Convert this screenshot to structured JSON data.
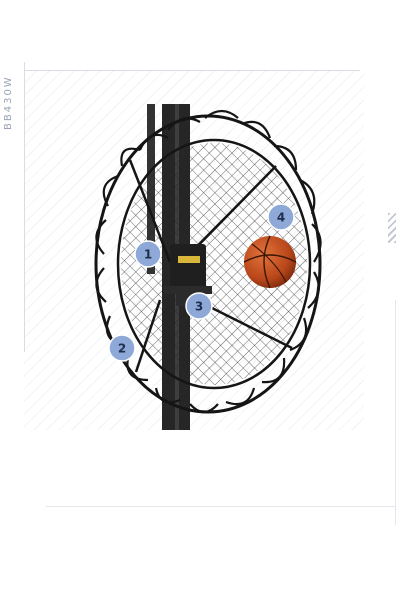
{
  "model_code": "BB430W",
  "colors": {
    "badge_fill": "#8ea8d8",
    "badge_text": "#1e2f4d",
    "frame": "#1a1a1a",
    "pole": "#2a2a2a",
    "ball": "#c9501f",
    "hatch": "#f1f3f6"
  },
  "callouts": [
    {
      "label": "1"
    },
    {
      "label": "2"
    },
    {
      "label": "3"
    },
    {
      "label": "4"
    }
  ]
}
